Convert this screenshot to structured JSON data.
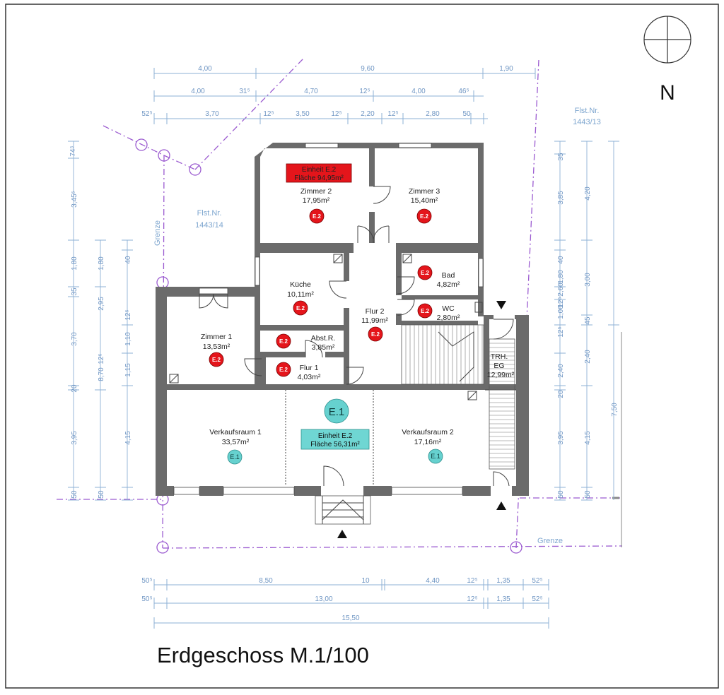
{
  "title": "Erdgeschoss M.1/100",
  "north_label": "N",
  "parcels": {
    "left": {
      "line1": "Flst.Nr.",
      "line2": "1443/14"
    },
    "right": {
      "line1": "Flst.Nr.",
      "line2": "1443/13"
    },
    "boundary_label": "Grenze"
  },
  "rooms": {
    "zimmer2": {
      "name": "Zimmer 2",
      "area": "17,95m²"
    },
    "zimmer3": {
      "name": "Zimmer 3",
      "area": "15,40m²"
    },
    "kueche": {
      "name": "Küche",
      "area": "10,11m²"
    },
    "bad": {
      "name": "Bad",
      "area": "4,82m²"
    },
    "wc": {
      "name": "WC",
      "area": "2,80m²"
    },
    "flur2": {
      "name": "Flur 2",
      "area": "11,99m²"
    },
    "zimmer1": {
      "name": "Zimmer 1",
      "area": "13,53m²"
    },
    "abstr": {
      "name": "Abst.R.",
      "area": "3,85m²"
    },
    "flur1": {
      "name": "Flur 1",
      "area": "4,03m²"
    },
    "trh": {
      "name": "TRH.",
      "name2": "EG",
      "area": "12,99m²"
    },
    "verkauf1": {
      "name": "Verkaufsraum 1",
      "area": "33,57m²"
    },
    "verkauf2": {
      "name": "Verkaufsraum 2",
      "area": "17,16m²"
    }
  },
  "units": {
    "e2_label": {
      "line1": "Einheit E.2",
      "line2": "Fläche 94,95m²",
      "color": "#e4151b"
    },
    "e1_label": {
      "line1": "Einheit E.2",
      "line2": "Fläche 56,31m²",
      "color": "#6fd6d3"
    },
    "e2_tag": "E.2",
    "e1_tag": "E.1",
    "e1_big": "E.1"
  },
  "dimensions": {
    "top_row1": [
      "4,00",
      "9,60",
      "1,90"
    ],
    "top_row2": [
      "4,00",
      "31⁵",
      "4,70",
      "12⁵",
      "4,00",
      "46⁵"
    ],
    "top_row3": [
      "52⁵",
      "3,70",
      "12⁵",
      "3,50",
      "12⁵",
      "2,20",
      "12⁵",
      "2,80",
      "50"
    ],
    "bottom_row1": [
      "50⁵",
      "8,50",
      "10",
      "4,40",
      "12⁵",
      "1,35",
      "52⁵"
    ],
    "bottom_row2": [
      "50⁵",
      "13,00",
      "12⁵",
      "1,35",
      "52⁵"
    ],
    "bottom_row3": [
      "15,50"
    ],
    "left_a": [
      "74⁵",
      "3,45⁵",
      "1,80",
      "35",
      "3,70",
      "20",
      "3,95",
      "50"
    ],
    "left_b": [
      "8,70",
      "1,80",
      "2,95",
      "1,10",
      "1,15",
      "4,15",
      "50"
    ],
    "left_c": [
      "40",
      "12⁵",
      "12⁵"
    ],
    "right_a": [
      "35",
      "3,85",
      "40",
      "1,80",
      "2,60",
      "12⁵",
      "1,00",
      "12⁵",
      "2,40",
      "20",
      "3,95",
      "50"
    ],
    "right_b": [
      "4,20",
      "3,00",
      "45",
      "2,40",
      "4,15",
      "50"
    ],
    "right_c": [
      "7,50"
    ]
  },
  "colors": {
    "wall": "#6b6b6b",
    "dimension": "#6e95c3",
    "boundary": "#9b5bd0"
  }
}
